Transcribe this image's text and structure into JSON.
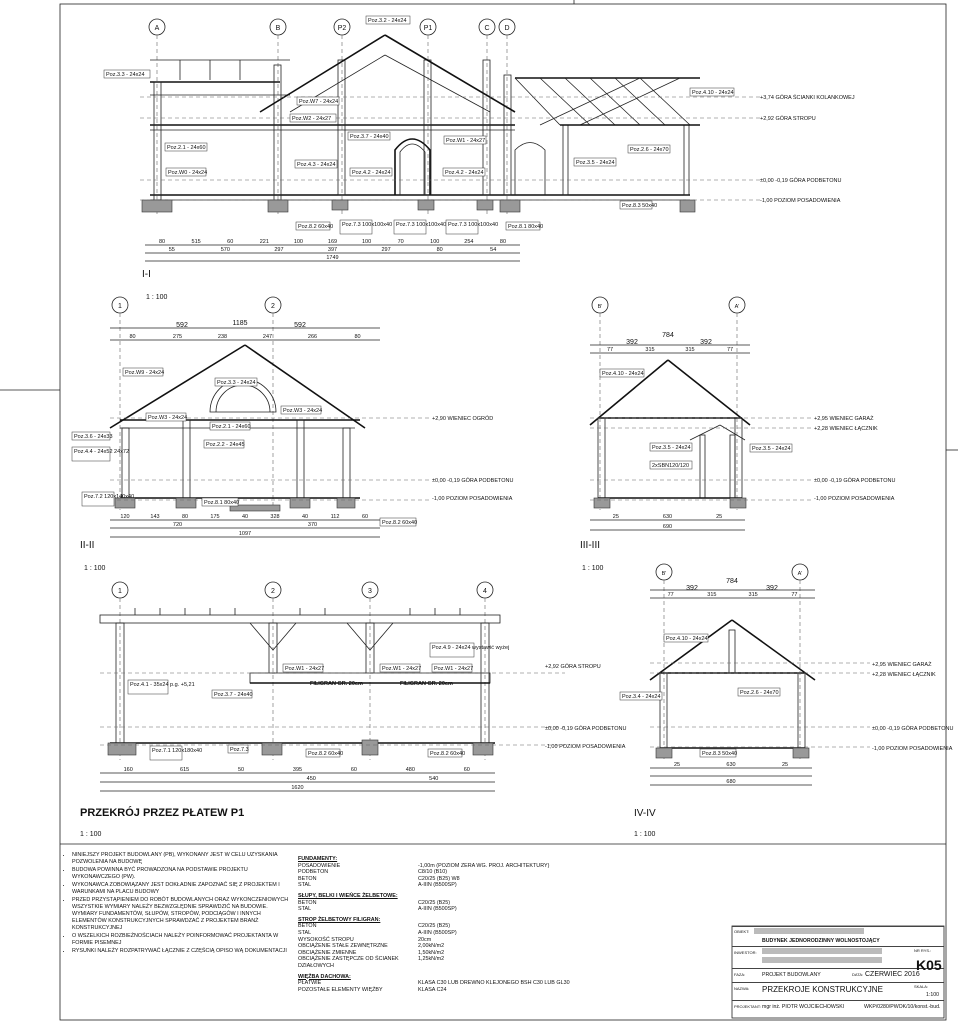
{
  "sections": {
    "s1": {
      "label": "I-I",
      "scale": "1 : 100"
    },
    "s2": {
      "label": "II-II",
      "scale": "1 : 100"
    },
    "s3": {
      "label": "III-III",
      "scale": "1 : 100"
    },
    "sp": {
      "label": "PRZEKRÓJ PRZEZ PŁATEW P1",
      "scale": "1 : 100"
    },
    "s4": {
      "label": "IV-IV",
      "scale": "1 : 100"
    }
  },
  "axes": {
    "top": [
      "A",
      "B",
      "P2",
      "P1",
      "C",
      "D"
    ],
    "s2": [
      "1",
      "2"
    ],
    "s3": [
      "B'",
      "A'"
    ],
    "sp": [
      "1",
      "2",
      "3",
      "4"
    ],
    "s4": [
      "B'",
      "A'"
    ]
  },
  "levels": {
    "top": [
      "+3,74 GÓRA ŚCIANKI KOLANKOWEJ",
      "+2,92 GÓRA STROPU",
      "±0,00 -0,19 GÓRA PODBETONU",
      "-1,00 POZIOM POSADOWIENIA"
    ],
    "s2": [
      "+2,90 WIENIEC OGRÓD",
      "±0,00 -0,19 GÓRA PODBETONU",
      "-1,00 POZIOM POSADOWIENIA"
    ],
    "s3": [
      "+2,95 WIENIEC GARAŻ",
      "+2,28 WIENIEC ŁĄCZNIK",
      "±0,00 -0,19 GÓRA PODBETONU",
      "-1,00 POZIOM POSADOWIENIA"
    ],
    "sp": [
      "+2,92 GÓRA STROPU",
      "±0,00 -0,19 GÓRA PODBETONU",
      "-1,00 POZIOM POSADOWIENIA"
    ],
    "s4": [
      "+2,95 WIENIEC GARAŻ",
      "+2,28 WIENIEC ŁĄCZNIK",
      "±0,00 -0,19 GÓRA PODBETONU",
      "-1,00 POZIOM POSADOWIENIA"
    ]
  },
  "dims": {
    "top_row1": [
      "80",
      "515",
      "60",
      "221",
      "100",
      "169",
      "100",
      "70",
      "100",
      "254",
      "80"
    ],
    "top_row2": [
      "55",
      "570",
      "297",
      "397",
      "297",
      "80",
      "54"
    ],
    "top_total": "1749",
    "s2_top": [
      "80",
      "275",
      "238",
      "247",
      "266",
      "80"
    ],
    "s2_total": "1185",
    "s2_half": [
      "592",
      "592"
    ],
    "s2_bottom": [
      "120",
      "143",
      "80",
      "175",
      "40",
      "328",
      "40",
      "112",
      "60"
    ],
    "s2_b2": [
      "720",
      "370"
    ],
    "s2_btotal": "1097",
    "s3_top": [
      "77",
      "315",
      "315",
      "77"
    ],
    "s3_half": [
      "392",
      "392"
    ],
    "s3_total": "784",
    "s3_bottom": [
      "25",
      "630",
      "25"
    ],
    "s3_btotal": "690",
    "sp_bottom": [
      "160",
      "615",
      "50",
      "395",
      "60",
      "480",
      "60"
    ],
    "sp_b2": [
      "450",
      "540"
    ],
    "sp_total": "1620",
    "s4_top": [
      "77",
      "315",
      "315",
      "77"
    ],
    "s4_half": [
      "392",
      "392"
    ],
    "s4_total": "784",
    "s4_bottom": [
      "25",
      "630",
      "25"
    ],
    "s4_btotal": "680"
  },
  "tags": {
    "top": [
      "Poz.3.3 - 24x24",
      "Poz.3.2 - 24x24",
      "Poz.W7 - 24x24",
      "Poz.W2 - 24x27",
      "Poz.3.7 - 24x40",
      "Poz.W1 - 24x27",
      "Poz.2.1 - 24x60",
      "Poz.4.3 - 24x24",
      "Poz.4.2 - 24x24",
      "Poz.4.2 - 24x24",
      "Poz.W0 - 24x24",
      "Poz.3.5 - 24x24",
      "Poz.2.6 - 24x70",
      "Poz.4.10 - 24x24",
      "Poz.8.2 60x40",
      "Poz.7.3 100x100x40",
      "Poz.7.3 100x100x40",
      "Poz.7.3 100x100x40",
      "Poz.8.1 80x40",
      "Poz.8.3 50x40"
    ],
    "s2": [
      "Poz.W9 - 24x24",
      "Poz.3.3 - 24x24",
      "Poz.W3 - 24x24",
      "Poz.W3 - 24x24",
      "Poz.2.1 - 24x60",
      "Poz.2.2 - 24x45",
      "Poz.4.4 - 24x52 24x72",
      "Poz.3.6 - 24x33",
      "Poz.7.2 120x140x40",
      "Poz.8.1 80x40",
      "Poz.8.2 60x40"
    ],
    "s3": [
      "Poz.4.10 - 24x24",
      "Poz.3.5 - 24x24",
      "Poz.3.5 - 24x24",
      "2xSBN120/120"
    ],
    "sp": [
      "Poz.4.1 - 35x24 p.g. +5,21",
      "Poz.3.7 - 24x40",
      "Poz.W1 - 24x27",
      "Poz.W1 - 24x27",
      "Poz.W1 - 24x27",
      "Poz.4.9 - 24x24 wystawić wyżej",
      "Poz.7.1 120x180x40",
      "Poz.7.3",
      "Poz.8.2 60x40",
      "Poz.8.2 60x40"
    ],
    "s4": [
      "Poz.4.10 - 24x24",
      "Poz.3.4 - 24x24",
      "Poz.2.6 - 24x70",
      "Poz.8.3 50x40"
    ]
  },
  "filigran": [
    "FILIGRAN GR. 20cm",
    "FILIGRAN GR. 20cm"
  ],
  "notes": [
    "NINIEJSZY PROJEKT BUDOWLANY (PB), WYKONANY JEST W CELU UZYSKANIA POZWOLENIA NA BUDOWĘ",
    "BUDOWA POWINNA BYĆ PROWADZONA NA PODSTAWIE PROJEKTU WYKONAWCZEGO (PW).",
    "WYKONAWCA ZOBOWIĄZANY JEST DOKŁADNIE ZAPOZNAĆ SIĘ Z PROJEKTEM I WARUNKAMI NA PLACU BUDOWY",
    "PRZED PRZYSTĄPIENIEM DO ROBÓT BUDOWLANYCH ORAZ WYKONCZENIOWYCH WSZYSTKIE WYMIARY NALEŻY BEZWZGLĘDNIE SPRAWDZIĆ NA BUDOWIE. WYMIARY FUNDAMENTÓW, SŁUPÓW, STROPÓW, PODCIĄGÓW I INNYCH ELEMENTÓW KONSTRUKCYJNYCH SPRAWDZAĆ Z PROJEKTEM BRANŻ KONSTRUKCYJNEJ",
    "O WSZELKICH ROZBIEŻNOŚCIACH NALEŻY POINFORMOWAĆ PROJEKTANTA W FORMIE PISEMNEJ",
    "RYSUNKI NALEŻY ROZPATRYWAĆ ŁĄCZNIE Z CZĘŚCIĄ OPISO WĄ DOKUMENTACJI"
  ],
  "spec": [
    {
      "h": "FUNDAMENTY:",
      "rows": [
        [
          "POSADOWIENIE",
          "-1,00m (POZIOM ZERA WG. PROJ. ARCHITEKTURY)"
        ],
        [
          "PODBETON",
          "C8/10 (B10)"
        ],
        [
          "BETON",
          "C20/25 (B25) W8"
        ],
        [
          "STAL",
          "A-IIIN (B500SP)"
        ]
      ]
    },
    {
      "h": "SŁUPY, BELKI I WIEŃCE ŻELBETOWE:",
      "rows": [
        [
          "BETON",
          "C20/25 (B25)"
        ],
        [
          "STAL",
          "A-IIIN (B500SP)"
        ]
      ]
    },
    {
      "h": "STROP ŻELBETOWY FILIGRAN:",
      "rows": [
        [
          "BETON",
          "C20/25 (B25)"
        ],
        [
          "STAL",
          "A-IIIN (B500SP)"
        ],
        [
          "WYSOKOŚĆ STROPU",
          "20cm"
        ],
        [
          "OBCIĄŻENIE STAŁE ZEWNĘTRZNE",
          "2,00kN/m2"
        ],
        [
          "OBCIĄŻENIE ZMIENNE",
          "1,50kN/m2"
        ],
        [
          "OBCIĄŻENIE ZASTĘPCZE OD ŚCIANEK DZIAŁOWYCH",
          "1,25kN/m2"
        ]
      ]
    },
    {
      "h": "WIĘŹBA DACHOWA:",
      "rows": [
        [
          "PŁATWIE",
          "KLASA C30 LUB DREWNO KLEJONEGO BSH C30 LUB GL30"
        ],
        [
          "POZOSTAŁE ELEMENTY WIĘŹBY",
          "KLASA C24"
        ]
      ]
    }
  ],
  "titleblock": {
    "l_obiekt": "OBIEKT:",
    "obiekt": "BUDYNEK JEDNORODZINNY WOLNOSTOJĄCY",
    "l_inwestor": "INWESTOR:",
    "l_faza": "FAZA:",
    "faza": "PROJEKT BUDOWLANY",
    "l_data": "DATA:",
    "data": "CZERWIEC 2016",
    "l_rys": "NR RYS.:",
    "rys": "K05",
    "l_nazwa": "NAZWA:",
    "nazwa": "PRZEKROJE KONSTRUKCYJNE",
    "l_skala": "SKALA:",
    "skala": "1:100",
    "l_proj": "PROJEKTANT:",
    "proj": "mgr inż. PIOTR WOJCIECHOWSKI",
    "upr": "WKP/0280/PWOK/10/konst.-bud."
  }
}
